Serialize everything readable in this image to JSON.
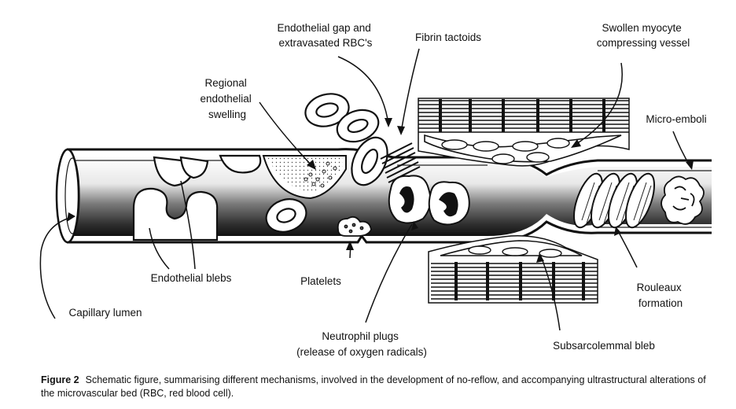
{
  "labels": {
    "endothelial_gap": [
      "Endothelial gap and",
      "extravasated RBC's"
    ],
    "fibrin_tactoids": [
      "Fibrin tactoids"
    ],
    "swollen_myocyte": [
      "Swollen myocyte",
      "compressing vessel"
    ],
    "regional_swelling": [
      "Regional",
      "endothelial",
      "swelling"
    ],
    "micro_emboli": [
      "Micro-emboli"
    ],
    "endothelial_blebs": [
      "Endothelial blebs"
    ],
    "platelets": [
      "Platelets"
    ],
    "rouleaux": [
      "Rouleaux",
      "formation"
    ],
    "capillary_lumen": [
      "Capillary lumen"
    ],
    "neutrophil_plugs": [
      "Neutrophil plugs",
      "(release of oxygen radicals)"
    ],
    "subsarcolemmal_bleb": [
      "Subsarcolemmal bleb"
    ]
  },
  "caption": {
    "label": "Figure 2",
    "text": "Schematic figure, summarising different mechanisms, involved in the development of no-reflow, and accompanying ultrastructural alterations of the microvascular bed (RBC, red blood cell)."
  }
}
